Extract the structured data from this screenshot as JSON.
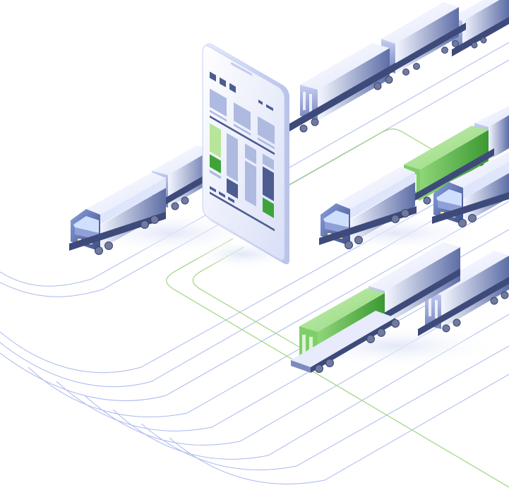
{
  "scene": {
    "colors": {
      "background": "#ffffff",
      "track_line": "#aab8ee",
      "route_line": "#9fd47e",
      "container_blue_light": "#e6eaff",
      "container_blue_dark": "#5e6fa4",
      "container_green_light": "#7fd06a",
      "container_green_dark": "#3f9a35",
      "phone_body": "#eef1fc",
      "phone_screen": "#f3f5fd",
      "ui_block_dark": "#4d5c91",
      "ui_block_light": "#aebadf",
      "ui_block_green": "#3ea43a",
      "ui_block_lightgreen": "#b7e59a"
    },
    "phone": {
      "icon": "smartphone-tracking-app-icon"
    },
    "trains": [
      {
        "name": "upper-left-train",
        "icon": "locomotive-icon"
      },
      {
        "name": "upper-right-train",
        "icon": "locomotive-icon"
      },
      {
        "name": "right-train",
        "icon": "locomotive-icon"
      },
      {
        "name": "lower-train",
        "icon": "container-wagon-icon"
      }
    ]
  }
}
